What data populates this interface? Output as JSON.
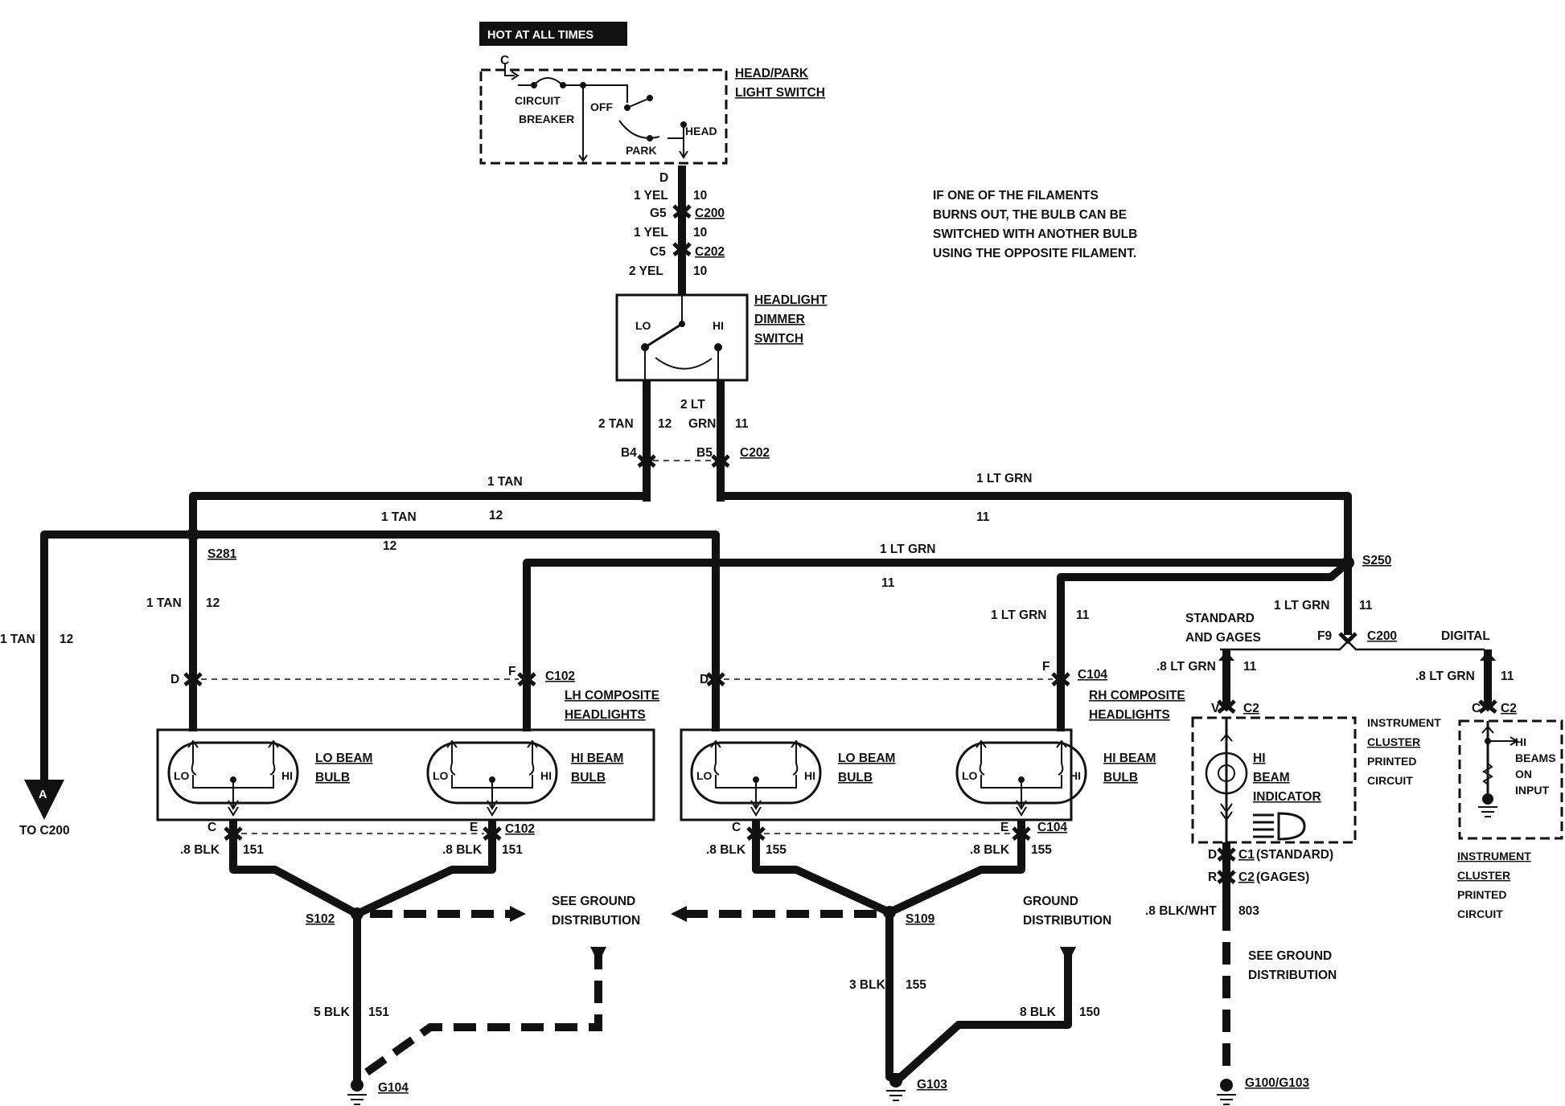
{
  "header": {
    "hot_label": "HOT AT ALL TIMES"
  },
  "note": [
    "IF ONE OF THE FILAMENTS",
    "BURNS OUT, THE BULB CAN BE",
    "SWITCHED WITH ANOTHER BULB",
    "USING THE OPPOSITE FILAMENT."
  ],
  "head_park_switch": {
    "title": [
      "HEAD/PARK",
      "LIGHT SWITCH"
    ],
    "pin_c": "C",
    "circuit_breaker": [
      "CIRCUIT",
      "BREAKER"
    ],
    "off": "OFF",
    "park": "PARK",
    "head": "HEAD",
    "pin_d": "D"
  },
  "feed_wires": {
    "w1": {
      "label": "1 YEL",
      "circuit": "10"
    },
    "c200_pin": "G5",
    "c200": "C200",
    "w2": {
      "label": "1 YEL",
      "circuit": "10"
    },
    "c202_pin": "C5",
    "c202": "C202",
    "w3": {
      "label": "2 YEL",
      "circuit": "10"
    }
  },
  "dimmer_switch": {
    "title": [
      "HEADLIGHT",
      "DIMMER",
      "SWITCH"
    ],
    "lo": "LO",
    "hi": "HI"
  },
  "dimmer_outputs": {
    "tan_label": "2 TAN",
    "tan_circuit": "12",
    "lt_label": "2  LT",
    "grn_label": "GRN",
    "grn_circuit": "11",
    "b4": "B4",
    "b5": "B5",
    "c202": "C202"
  },
  "bus": {
    "tan_top": "1 TAN",
    "tan_top_circuit": "12",
    "ltgrn_top": "1 LT GRN",
    "ltgrn_top_circuit": "11",
    "tan_mid": "1 TAN",
    "tan_mid_circuit": "12",
    "ltgrn_mid": "1 LT GRN",
    "ltgrn_mid_circuit": "11",
    "s281": "S281",
    "s250": "S250",
    "tan_drop": "1 TAN",
    "tan_drop_circuit": "12",
    "left_tan": "1 TAN",
    "left_tan_circuit": "12",
    "rh_ltgrn": "1 LT GRN",
    "rh_ltgrn_circuit": "11",
    "s250_ltgrn": "1 LT GRN",
    "s250_ltgrn_circuit": "11"
  },
  "offpage": {
    "letter": "A",
    "label": "TO C200"
  },
  "lh_headlights": {
    "title": [
      "LH COMPOSITE",
      "HEADLIGHTS"
    ],
    "pin_d": "D",
    "pin_f": "F",
    "conn": "C102",
    "lo_bulb": [
      "LO BEAM",
      "BULB"
    ],
    "hi_bulb": [
      "HI BEAM",
      "BULB"
    ],
    "lo": "LO",
    "hi": "HI",
    "pin_c": "C",
    "pin_e": "E",
    "conn_bottom": "C102",
    "gnd_left": ".8 BLK",
    "gnd_left_circuit": "151",
    "gnd_right": ".8 BLK",
    "gnd_right_circuit": "151"
  },
  "rh_headlights": {
    "title": [
      "RH COMPOSITE",
      "HEADLIGHTS"
    ],
    "pin_d": "D",
    "pin_f": "F",
    "conn": "C104",
    "lo_bulb": [
      "LO BEAM",
      "BULB"
    ],
    "hi_bulb": [
      "HI BEAM",
      "BULB"
    ],
    "lo": "LO",
    "hi": "HI",
    "pin_c": "C",
    "pin_e": "E",
    "conn_bottom": "C104",
    "gnd_left": ".8 BLK",
    "gnd_left_circuit": "155",
    "gnd_right": ".8 BLK",
    "gnd_right_circuit": "155"
  },
  "grounds": {
    "s102": "S102",
    "s109": "S109",
    "see_ground": [
      "SEE GROUND",
      "DISTRIBUTION"
    ],
    "ground_dist": [
      "GROUND",
      "DISTRIBUTION"
    ],
    "blk5": "5 BLK",
    "blk5_circuit": "151",
    "blk3": "3 BLK",
    "blk3_circuit": "155",
    "blk8": "8 BLK",
    "blk8_circuit": "150",
    "g104": "G104",
    "g103": "G103"
  },
  "indicator": {
    "standard_gages": [
      "STANDARD",
      "AND GAGES"
    ],
    "digital": "DIGITAL",
    "f9": "F9",
    "c200": "C200",
    "std_wire": ".8 LT GRN",
    "std_circuit": "11",
    "dig_wire": ".8  LT GRN",
    "dig_circuit": "11",
    "pin_v": "V",
    "c2": "C2",
    "pin_c": "C",
    "c2_dig": "C2",
    "cluster_label": [
      "INSTRUMENT",
      "CLUSTER",
      "PRINTED",
      "CIRCUIT"
    ],
    "hi_beam_indicator": [
      "HI",
      "BEAM",
      "INDICATOR"
    ],
    "hi_beams_on_input": [
      "HI",
      "BEAMS",
      "ON",
      "INPUT"
    ],
    "cluster_label_2": [
      "INSTRUMENT",
      "CLUSTER",
      "PRINTED",
      "CIRCUIT"
    ],
    "pin_d": "D",
    "c1": "C1",
    "c1_note": "(STANDARD)",
    "pin_r": "R",
    "c2b": "C2",
    "c2_note": " (GAGES)",
    "ground_wire": ".8 BLK/WHT",
    "ground_circuit": "803",
    "see_ground": [
      "SEE GROUND",
      "DISTRIBUTION"
    ],
    "ground": "G100/G103"
  }
}
